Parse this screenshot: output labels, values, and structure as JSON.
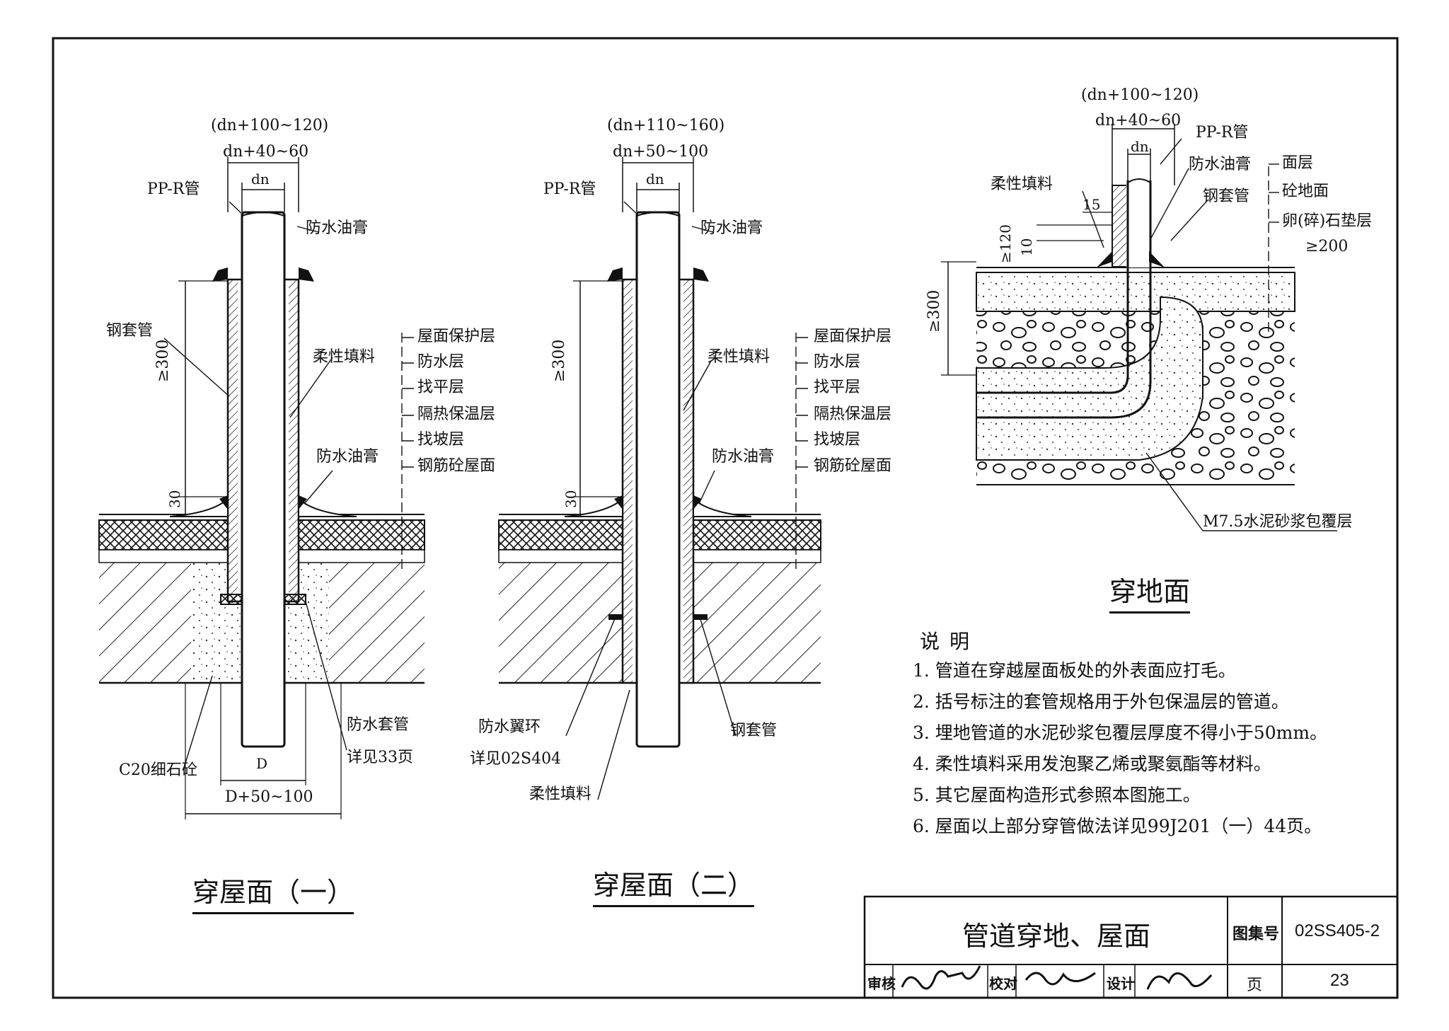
{
  "roof1": {
    "dim_outer": "(dn+100~120)",
    "dim_mid": "dn+40~60",
    "dim_dn": "dn",
    "pipe": "PP-R管",
    "sealant_top": "防水油膏",
    "steel_sleeve": "钢套管",
    "dim_300": "≥300",
    "dim_30": "30",
    "filler": "柔性填料",
    "sealant_bottom": "防水油膏",
    "layers": [
      "屋面保护层",
      "防水层",
      "找平层",
      "隔热保温层",
      "找坡层",
      "钢筋砼屋面"
    ],
    "concrete": "C20细石砼",
    "wp_sleeve": "防水套管",
    "wp_sleeve_ref": "详见33页",
    "dim_D": "D",
    "dim_D2": "D+50~100",
    "title": "穿屋面（一）"
  },
  "roof2": {
    "dim_outer": "(dn+110~160)",
    "dim_mid": "dn+50~100",
    "dim_dn": "dn",
    "pipe": "PP-R管",
    "sealant_top": "防水油膏",
    "filler": "柔性填料",
    "dim_300": "≥300",
    "dim_30": "30",
    "sealant_bottom": "防水油膏",
    "layers": [
      "屋面保护层",
      "防水层",
      "找平层",
      "隔热保温层",
      "找坡层",
      "钢筋砼屋面"
    ],
    "wing_ring": "防水翼环",
    "wing_ring_ref": "详见02S404",
    "steel_sleeve": "钢套管",
    "filler_bottom": "柔性填料",
    "title": "穿屋面（二）"
  },
  "ground": {
    "dim_outer": "(dn+100~120)",
    "dim_mid": "dn+40~60",
    "dim_dn": "dn",
    "pipe": "PP-R管",
    "sealant": "防水油膏",
    "steel_sleeve": "钢套管",
    "filler": "柔性填料",
    "dim_15": "15",
    "dim_120": "≥120",
    "dim_10": "10",
    "dim_300": "≥300",
    "layers": [
      "面层",
      "砼地面",
      "卵(碎)石垫层",
      "≥200"
    ],
    "mortar": "M7.5水泥砂浆包覆层",
    "title": "穿地面"
  },
  "notes": {
    "heading": "说明",
    "items": [
      "1. 管道在穿越屋面板处的外表面应打毛。",
      "2. 括号标注的套管规格用于外包保温层的管道。",
      "3. 埋地管道的水泥砂浆包覆层厚度不得小于50mm。",
      "4. 柔性填料采用发泡聚乙烯或聚氨酯等材料。",
      "5. 其它屋面构造形式参照本图施工。",
      "6. 屋面以上部分穿管做法详见99J201（一）44页。"
    ]
  },
  "titleblock": {
    "drawing_title": "管道穿地、屋面",
    "atlas_label": "图集号",
    "atlas_no": "02SS405-2",
    "review_label": "审核",
    "check_label": "校对",
    "design_label": "设计",
    "page_label": "页",
    "page_no": "23"
  }
}
